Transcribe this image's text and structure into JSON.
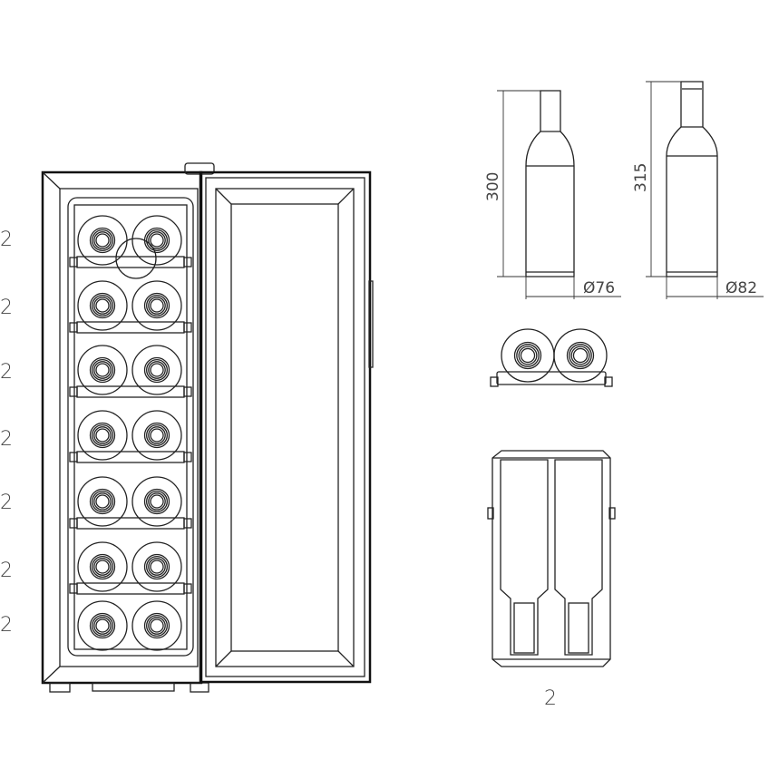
{
  "row_labels": [
    "2",
    "2",
    "2",
    "2",
    "2",
    "2",
    "2"
  ],
  "bottle_standard": {
    "height_label": "300",
    "diameter_label": "Ø76"
  },
  "bottle_large": {
    "height_label": "315",
    "diameter_label": "Ø82"
  },
  "top_view_label": "2",
  "colors": {
    "line": "#222222",
    "background": "#ffffff"
  }
}
